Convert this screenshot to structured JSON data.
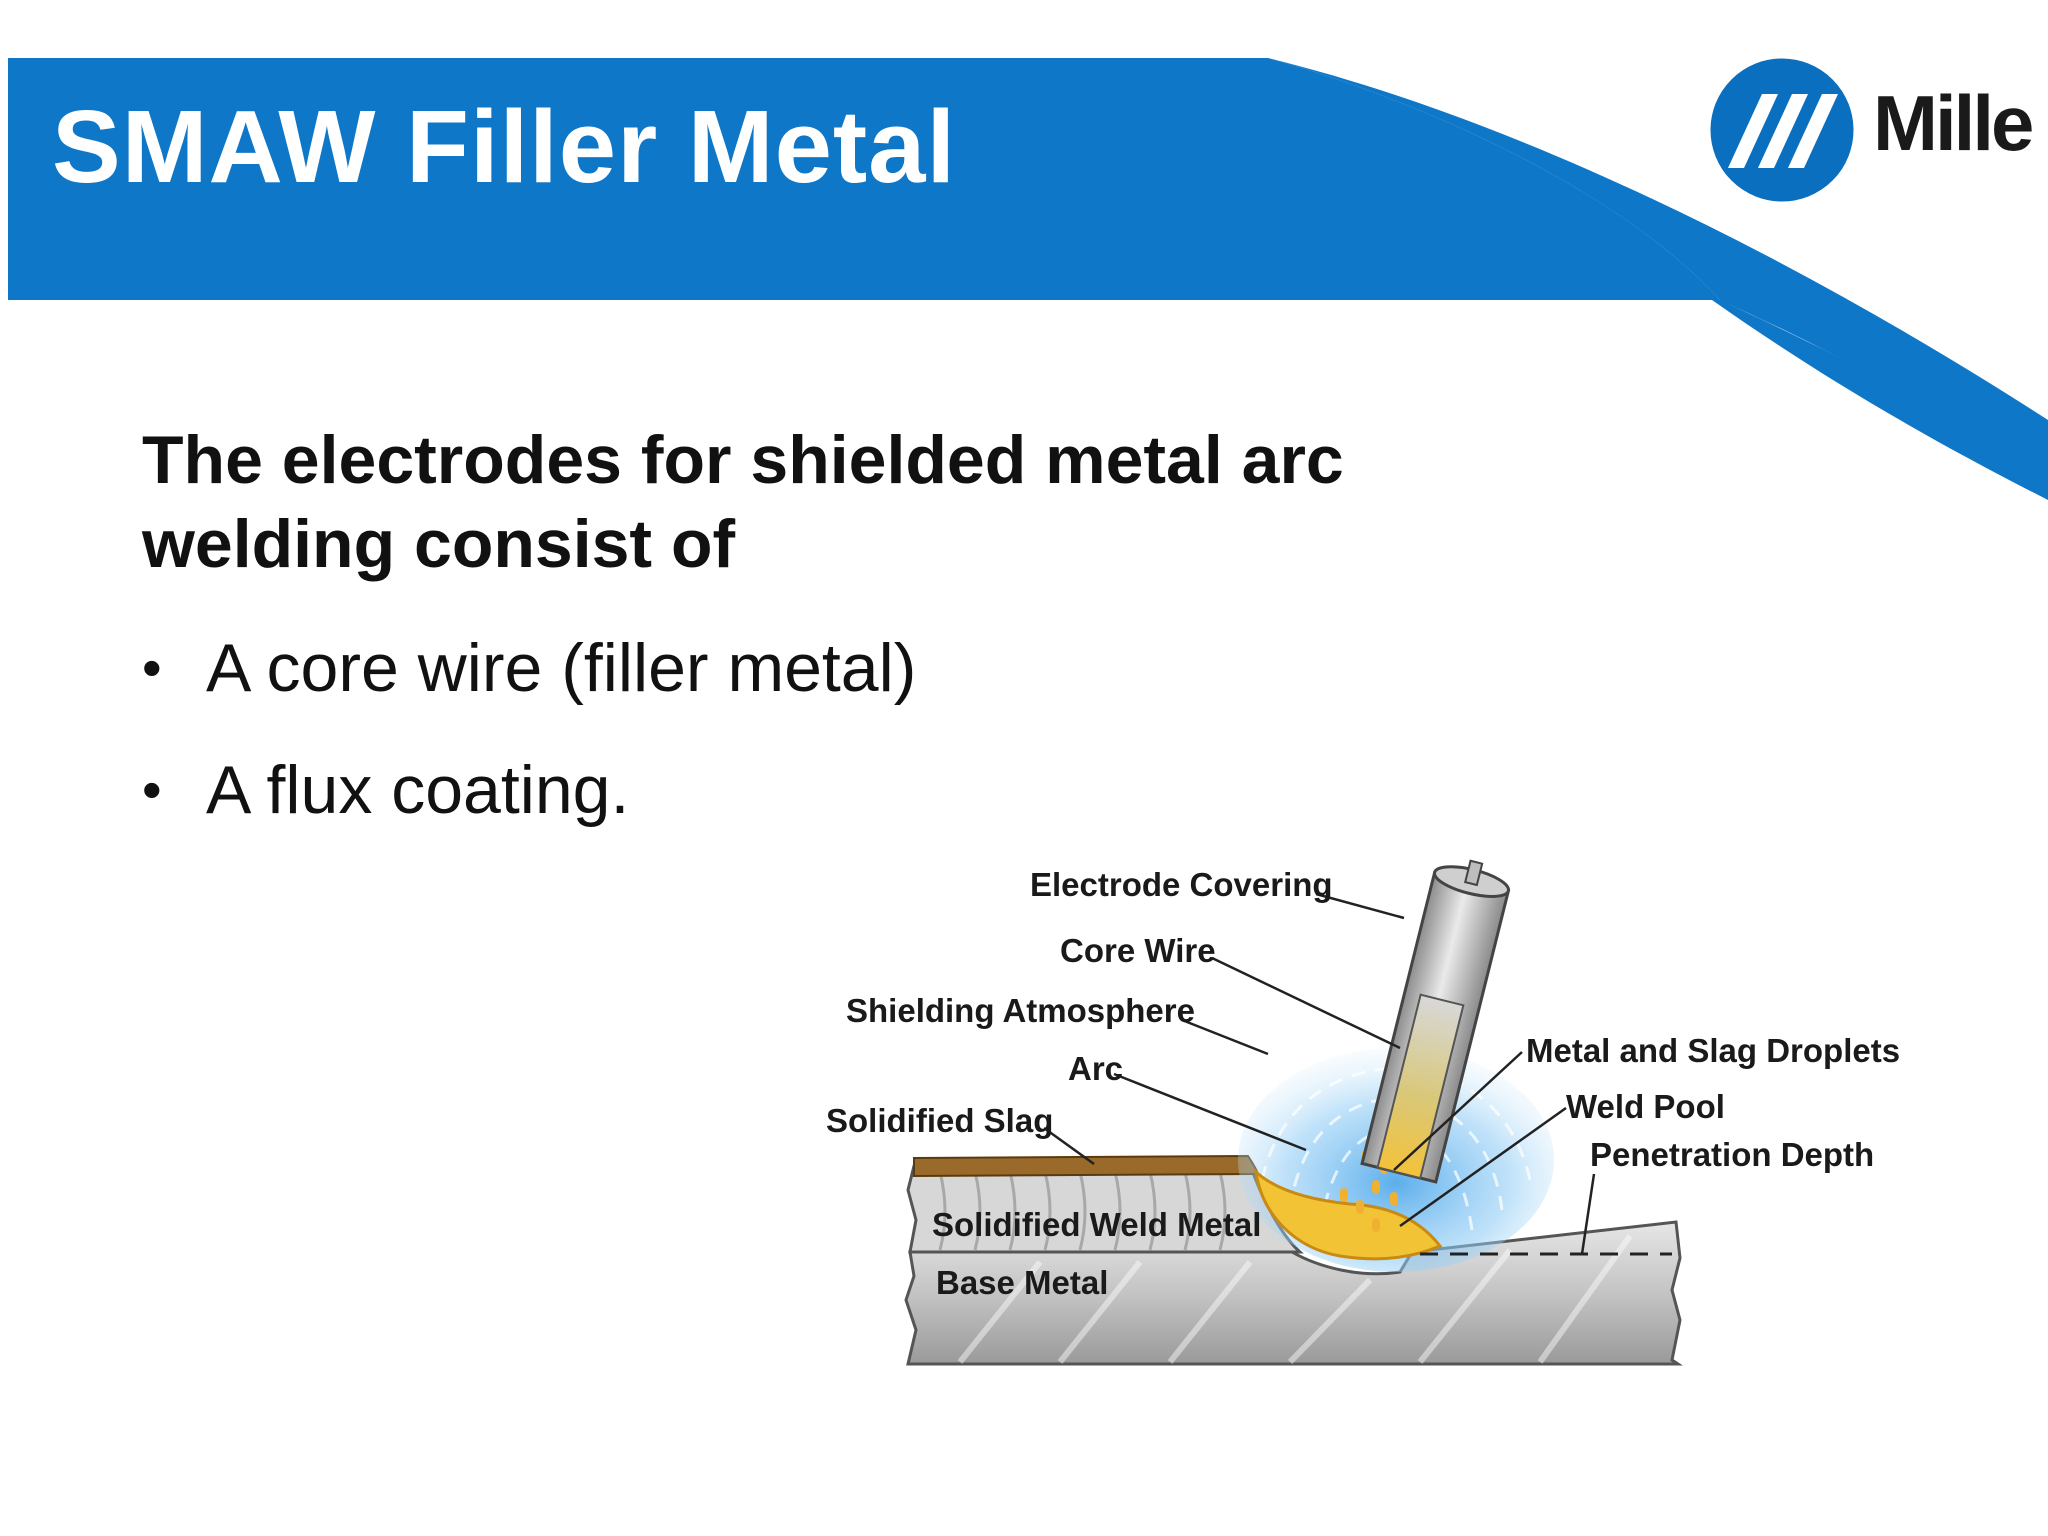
{
  "slide": {
    "title": "SMAW Filler Metal",
    "logo_text": "Mille",
    "logo_icon": "miller-stripes-icon",
    "intro": "The electrodes for shielded metal arc welding consist of",
    "bullets": [
      "A core wire (filler metal)",
      "A flux coating."
    ],
    "bullet_glyph": "•"
  },
  "diagram": {
    "labels": {
      "electrode_covering": "Electrode Covering",
      "core_wire": "Core Wire",
      "shielding_atmosphere": "Shielding Atmosphere",
      "arc": "Arc",
      "solidified_slag": "Solidified Slag",
      "metal_slag_droplets": "Metal and Slag Droplets",
      "weld_pool": "Weld Pool",
      "penetration_depth": "Penetration Depth",
      "solidified_weld_metal": "Solidified Weld Metal",
      "base_metal": "Base Metal"
    }
  },
  "colors": {
    "banner_blue": "#0f77c8",
    "logo_blue": "#0a6fbf",
    "text": "#111111"
  }
}
